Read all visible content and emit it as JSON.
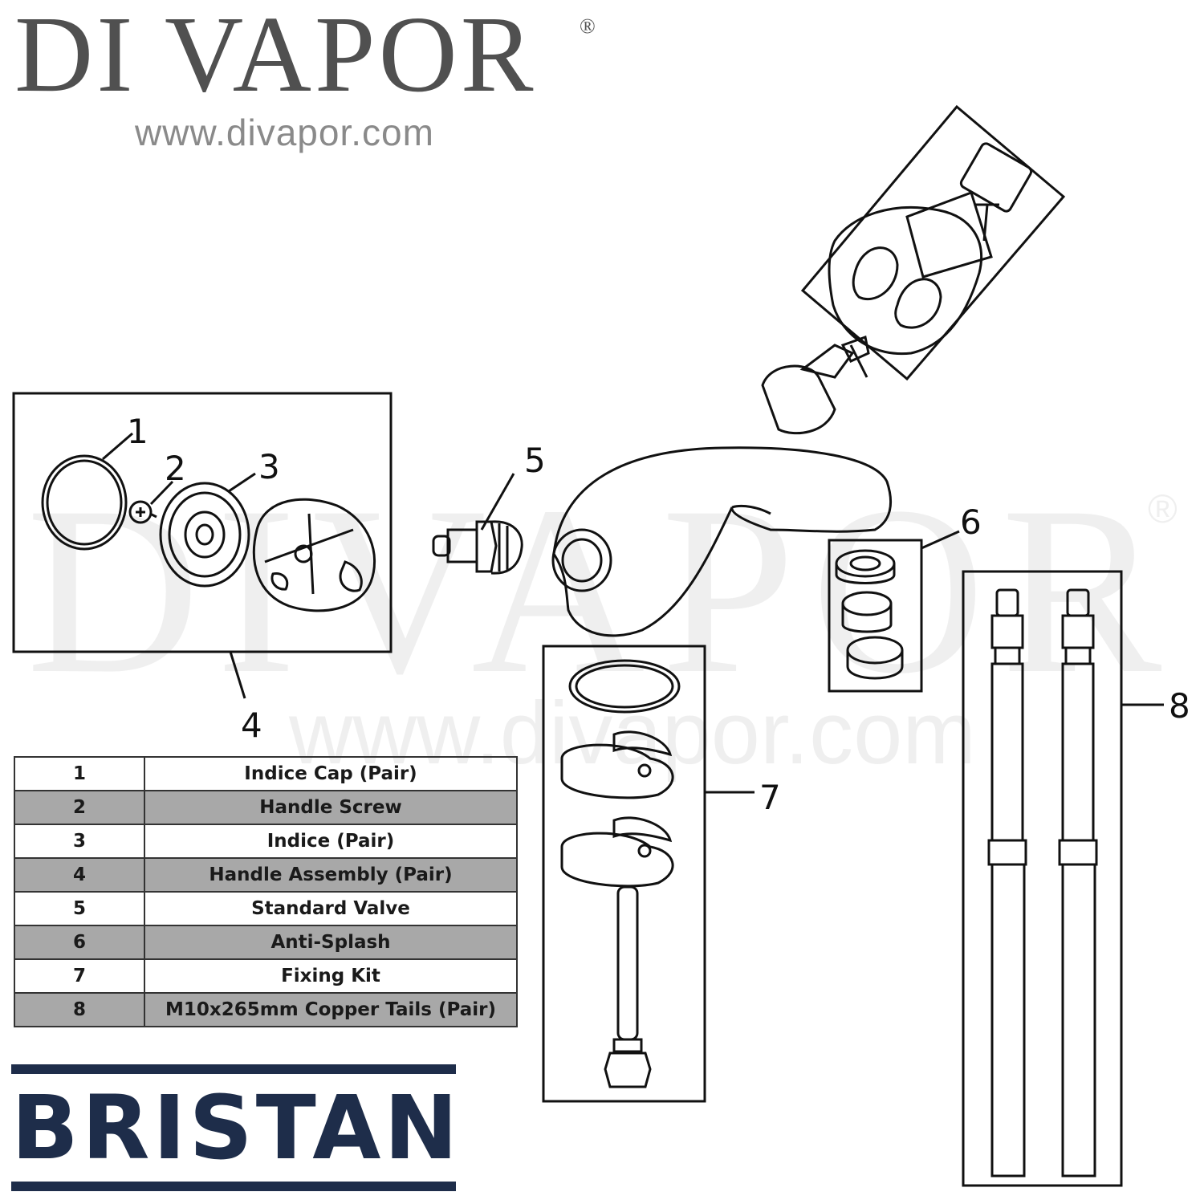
{
  "header": {
    "logo_text": "DI VAPOR",
    "logo_mark": "®",
    "website": "www.divapor.com"
  },
  "watermark": {
    "text": "DIVAPOR",
    "mark": "®",
    "website": "www.divapor.com"
  },
  "diagram": {
    "callouts": [
      "1",
      "2",
      "3",
      "4",
      "5",
      "6",
      "7",
      "8"
    ]
  },
  "parts_table": {
    "rows": [
      {
        "number": "1",
        "description": "Indice Cap (Pair)"
      },
      {
        "number": "2",
        "description": "Handle Screw"
      },
      {
        "number": "3",
        "description": "Indice (Pair)"
      },
      {
        "number": "4",
        "description": "Handle Assembly (Pair)"
      },
      {
        "number": "5",
        "description": "Standard Valve"
      },
      {
        "number": "6",
        "description": "Anti-Splash"
      },
      {
        "number": "7",
        "description": "Fixing Kit"
      },
      {
        "number": "8",
        "description": "M10x265mm Copper Tails (Pair)"
      }
    ]
  },
  "brand": {
    "name": "BRISTAN",
    "color": "#1e2d4a"
  }
}
